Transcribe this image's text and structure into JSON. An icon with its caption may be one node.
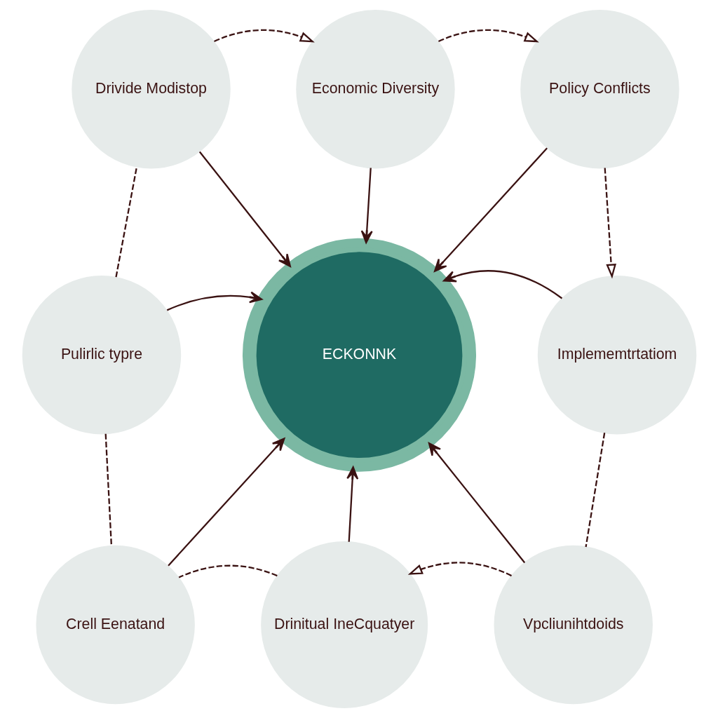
{
  "diagram": {
    "nodes": [
      {
        "text": [
          "Economic Diversity"
        ]
      },
      {
        "text": [
          "Drivide Modistop"
        ]
      },
      {
        "text": [
          "Policy Conflicts"
        ]
      },
      {
        "text": [
          "Pulirlic typre"
        ]
      },
      {
        "text": [
          "ECKONNK"
        ]
      },
      {
        "text": [
          "Implememtrtatiom"
        ]
      },
      {
        "text": [
          "Crell Eenatand"
        ]
      },
      {
        "text": [
          "Vpcliunihtdoids"
        ]
      },
      {
        "text": [
          "Drinitual IneCquatyer"
        ]
      }
    ],
    "edges": [
      {
        "from": 1,
        "to": 4,
        "arrow": "to"
      },
      {
        "from": 0,
        "to": 4,
        "arrow": "to"
      },
      {
        "from": 2,
        "to": 4,
        "arrow": "to"
      },
      {
        "from": 3,
        "to": 4,
        "arrow": "to"
      },
      {
        "from": 5,
        "to": 4,
        "arrow": "to"
      },
      {
        "from": 6,
        "to": 4,
        "arrow": "to"
      },
      {
        "from": 8,
        "to": 4,
        "arrow": "to"
      },
      {
        "from": 7,
        "to": 4,
        "arrow": "to"
      },
      {
        "from": 1,
        "to": 0,
        "arrow": "to",
        "style": "dashed"
      },
      {
        "from": 0,
        "to": 2,
        "arrow": "to",
        "style": "dashed"
      },
      {
        "from": 2,
        "to": 5,
        "arrow": "to",
        "style": "dashed"
      },
      {
        "from": 5,
        "to": 7,
        "arrow": "none",
        "style": "dashed"
      },
      {
        "from": 7,
        "to": 8,
        "arrow": "to",
        "style": "dashed"
      },
      {
        "from": 8,
        "to": 6,
        "arrow": "none",
        "style": "dashed"
      },
      {
        "from": 3,
        "to": 6,
        "arrow": "none",
        "style": "dashed"
      },
      {
        "from": 3,
        "to": 1,
        "arrow": "none",
        "style": "dashed"
      }
    ]
  }
}
